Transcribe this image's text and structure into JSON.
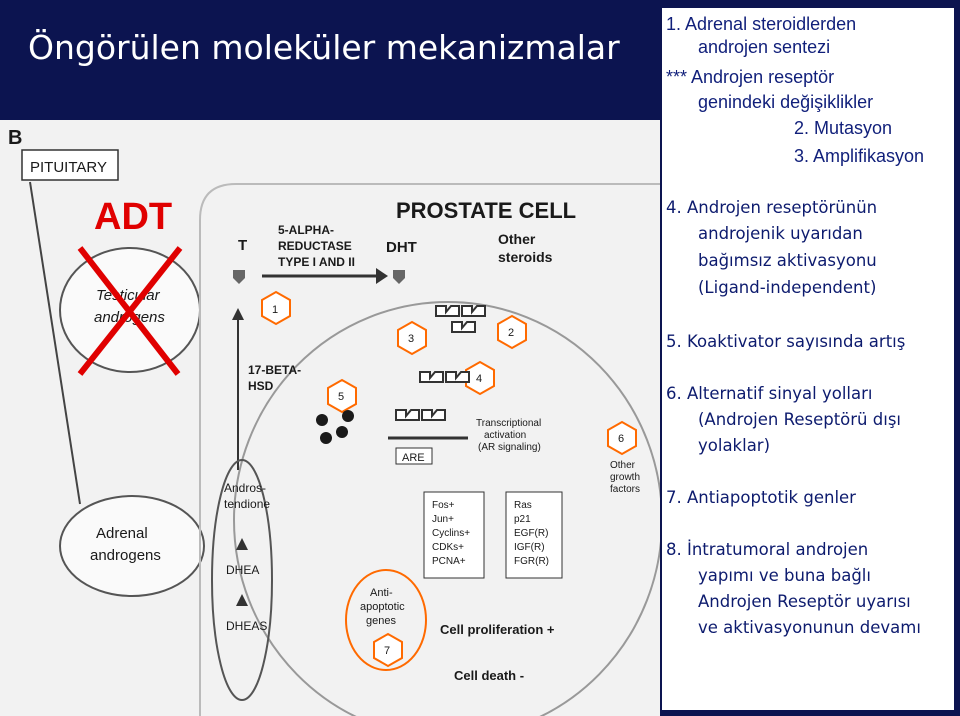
{
  "slide_title": "Öngörülen moleküler mekanizmalar",
  "adt_label": "ADT",
  "diagram": {
    "panel_letter": "B",
    "pituitary": "PITUITARY",
    "testicular": [
      "Testicular",
      "androgens"
    ],
    "adrenal": [
      "Adrenal",
      "androgens"
    ],
    "prostate_cell": "PROSTATE CELL",
    "t": "T",
    "reductase": [
      "5-ALPHA-",
      "REDUCTASE",
      "TYPE I AND II"
    ],
    "dht": "DHT",
    "other_steroids": [
      "Other",
      "steroids"
    ],
    "hsd": [
      "17-BETA-",
      "HSD"
    ],
    "androstenedione": [
      "Andros-",
      "tendione"
    ],
    "dhea": "DHEA",
    "dheas": "DHEAS",
    "are": "ARE",
    "transcriptional": [
      "Transcriptional",
      "activation",
      "(AR signaling)"
    ],
    "other_growth": [
      "Other",
      "growth",
      "factors"
    ],
    "box_left": [
      "Fos+",
      "Jun+",
      "Cyclins+",
      "CDKs+",
      "PCNA+"
    ],
    "box_right": [
      "Ras",
      "p21",
      "EGF(R)",
      "IGF(R)",
      "FGR(R)"
    ],
    "anti_apoptotic": [
      "Anti-",
      "apoptotic",
      "genes"
    ],
    "cell_proliferation": "Cell proliferation +",
    "cell_death": "Cell death -",
    "badges": [
      "1",
      "2",
      "3",
      "4",
      "5",
      "6",
      "7"
    ]
  },
  "list": {
    "item1": [
      "1.  Adrenal steroidlerden",
      "androjen sentezi"
    ],
    "item_ar": [
      "*** Androjen reseptör",
      "genindeki değişiklikler"
    ],
    "item2": "2. Mutasyon",
    "item3": "3. Amplifikasyon",
    "item4": [
      "4.  Androjen reseptörünün",
      "androjenik uyarıdan",
      "bağımsız aktivasyonu",
      "(Ligand-independent)"
    ],
    "item5": "5.  Koaktivator sayısında artış",
    "item6": [
      "6.  Alternatif sinyal yolları",
      "(Androjen Reseptörü dışı",
      "yolaklar)"
    ],
    "item7": "7.  Antiapoptotik genler",
    "item8": [
      "8.  İntratumoral androjen",
      "yapımı ve buna bağlı",
      "Androjen Reseptör uyarısı",
      "ve aktivasyonunun devamı"
    ]
  },
  "colors": {
    "background": "#0c1450",
    "adt": "#e00000",
    "list_text": "#0d1b6e",
    "badge_ring": "#ff6a00"
  }
}
